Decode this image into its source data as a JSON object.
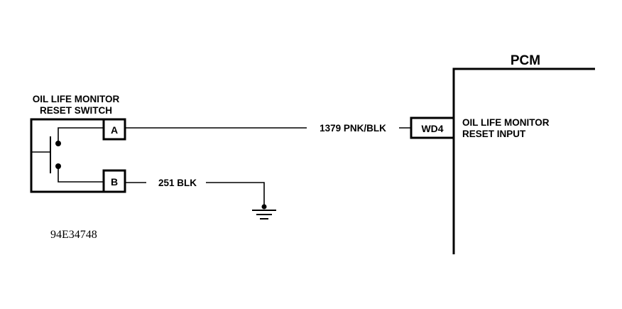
{
  "switch": {
    "title_line1": "OIL LIFE MONITOR",
    "title_line2": "RESET SWITCH",
    "pin_a": "A",
    "pin_b": "B"
  },
  "wires": {
    "signal": "1379 PNK/BLK",
    "ground": "251 BLK"
  },
  "pcm": {
    "title": "PCM",
    "pin": "WD4",
    "input_line1": "OIL LIFE MONITOR",
    "input_line2": "RESET INPUT"
  },
  "figure_id": "94E34748"
}
